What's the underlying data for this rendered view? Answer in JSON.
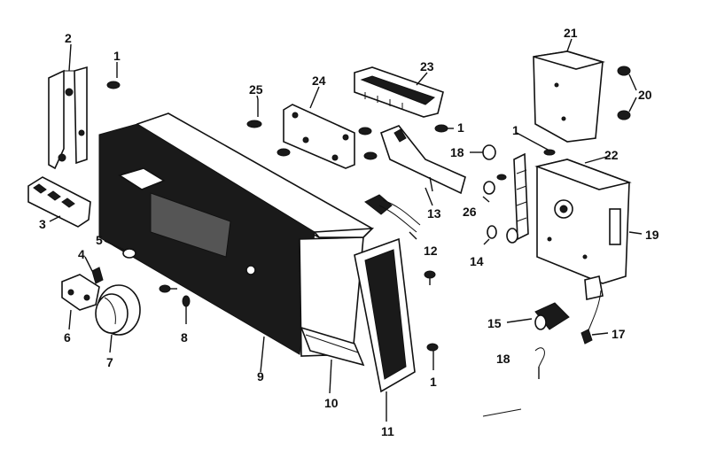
{
  "parts": [
    {
      "id": "p2",
      "label": "2"
    },
    {
      "id": "p1a",
      "label": "1"
    },
    {
      "id": "p25",
      "label": "25"
    },
    {
      "id": "p24",
      "label": "24"
    },
    {
      "id": "p23",
      "label": "23"
    },
    {
      "id": "p1b",
      "label": "1"
    },
    {
      "id": "p21",
      "label": "21"
    },
    {
      "id": "p20",
      "label": "20"
    },
    {
      "id": "p18a",
      "label": "18"
    },
    {
      "id": "p1c",
      "label": "1"
    },
    {
      "id": "p22",
      "label": "22"
    },
    {
      "id": "p3",
      "label": "3"
    },
    {
      "id": "p13",
      "label": "13"
    },
    {
      "id": "p26",
      "label": "26"
    },
    {
      "id": "p19",
      "label": "19"
    },
    {
      "id": "p12",
      "label": "12"
    },
    {
      "id": "p5",
      "label": "5"
    },
    {
      "id": "p14",
      "label": "14"
    },
    {
      "id": "p4",
      "label": "4"
    },
    {
      "id": "p15",
      "label": "15"
    },
    {
      "id": "p17",
      "label": "17"
    },
    {
      "id": "p6",
      "label": "6"
    },
    {
      "id": "p8",
      "label": "8"
    },
    {
      "id": "p7",
      "label": "7"
    },
    {
      "id": "p18b",
      "label": "18"
    },
    {
      "id": "p1d",
      "label": "1"
    },
    {
      "id": "p9",
      "label": "9"
    },
    {
      "id": "p10",
      "label": "10"
    },
    {
      "id": "p11",
      "label": "11"
    }
  ]
}
